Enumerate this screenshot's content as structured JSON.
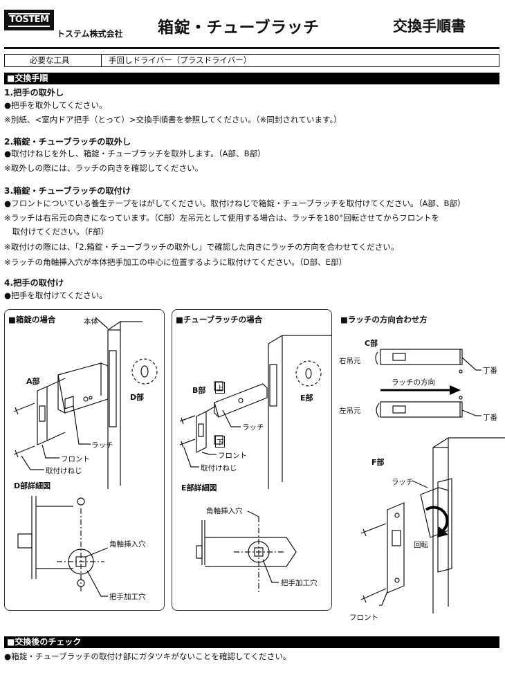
{
  "header": {
    "logo": "TOSTEM",
    "company": "トステム株式会社",
    "title": "箱錠・チューブラッチ",
    "subtitle": "交換手順書"
  },
  "tools": {
    "label": "必要な工具",
    "value": "手回しドライバー（プラスドライバー）"
  },
  "sections": {
    "procedure": "■交換手順",
    "check": "■交換後のチェック"
  },
  "steps": [
    {
      "title": "1.把手の取外し",
      "lines": [
        "●把手を取外してください。",
        "※別紙、<室内ドア把手（とって）>交換手順書を参照してください。（※同封されています。）"
      ]
    },
    {
      "title": "2.箱錠・チューブラッチの取外し",
      "lines": [
        "●取付けねじを外し、箱錠・チューブラッチを取外します。（A部、B部）",
        "※取外しの際には、ラッチの向きを確認してください。"
      ]
    },
    {
      "title": "3.箱錠・チューブラッチの取付け",
      "lines": [
        "●フロントについている養生テープをはがしてください。取付けねじで箱錠・チューブラッチを取付けてください。（A部、B部）",
        "※ラッチは右吊元の向きになっています。（C部）左吊元として使用する場合は、ラッチを180°回転させてからフロントを",
        "　取付けてください。（F部）",
        "※取付けの際には、「2.箱錠・チューブラッチの取外し」で確認した向きにラッチの方向を合わせてください。",
        "※ラッチの角軸挿入穴が本体把手加工の中心に位置するように取付けてください。（D部、E部）"
      ]
    },
    {
      "title": "4.把手の取付け",
      "lines": [
        "●把手を取付けてください。"
      ]
    }
  ],
  "figures": {
    "box_lock": {
      "title": "■箱錠の場合",
      "body": "本体",
      "part_a": "A部",
      "part_d": "D部",
      "latch": "ラッチ",
      "front": "フロント",
      "screw": "取付けねじ",
      "detail_d": "D部詳細図",
      "spindle_hole": "角軸挿入穴",
      "handle_hole": "把手加工穴"
    },
    "tube_latch": {
      "title": "■チューブラッチの場合",
      "part_b": "B部",
      "part_e": "E部",
      "up": "上",
      "down": "下",
      "latch": "ラッチ",
      "front": "フロント",
      "screw": "取付けねじ",
      "detail_e": "E部詳細図",
      "spindle_hole": "角軸挿入穴",
      "handle_hole": "把手加工穴"
    },
    "direction": {
      "title": "■ラッチの方向合わせ方",
      "part_c": "C部",
      "right_hinge": "右吊元",
      "left_hinge": "左吊元",
      "latch_direction": "ラッチの方向",
      "hinge": "丁番",
      "part_f": "F部",
      "latch": "ラッチ",
      "rotate": "回転",
      "front": "フロント"
    }
  },
  "check": {
    "line": "●箱錠・チューブラッチの取付け部にガタツキがないことを確認してください。"
  }
}
